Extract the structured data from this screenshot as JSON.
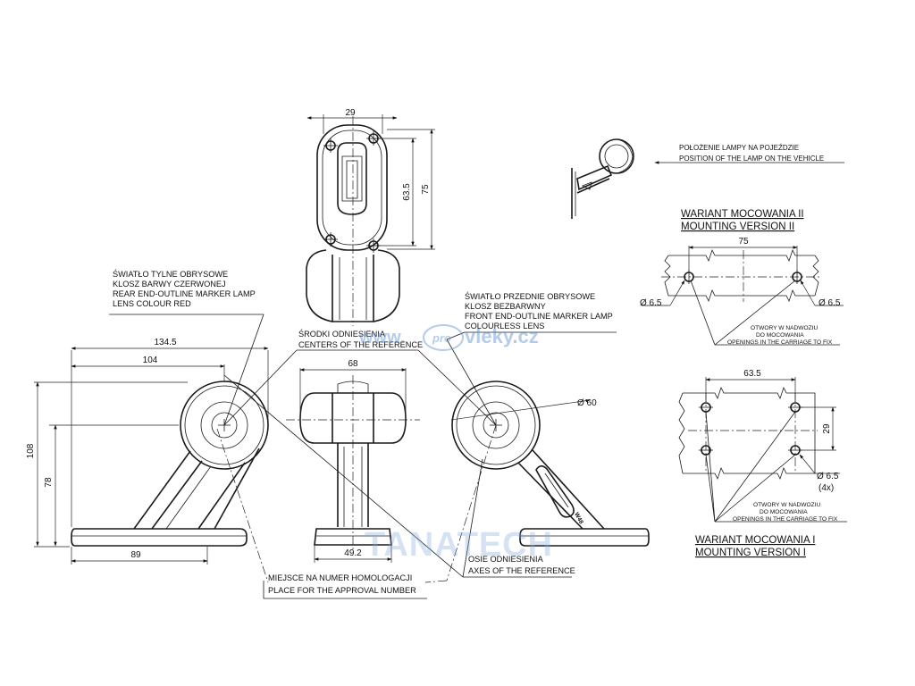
{
  "labels": {
    "rear_pl_1": "ŚWIATŁO TYLNE OBRYSOWE",
    "rear_pl_2": "KLOSZ BARWY CZERWONEJ",
    "rear_en_1": "REAR END-OUTLINE MARKER LAMP",
    "rear_en_2": "LENS COLOUR RED",
    "front_pl_1": "ŚWIATŁO PRZEDNIE OBRYSOWE",
    "front_pl_2": "KLOSZ BEZBARWNY",
    "front_en_1": "FRONT END-OUTLINE MARKER LAMP",
    "front_en_2": "COLOURLESS LENS",
    "centers_pl": "ŚRODKI ODNIESIENIA",
    "centers_en": "CENTERS OF THE REFERENCE",
    "homolog_pl": "MIEJSCE NA NUMER HOMOLOGACJI",
    "homolog_en": "PLACE FOR THE APPROVAL NUMBER",
    "axes_pl": "OSIE ODNIESIENIA",
    "axes_en": "AXES OF THE REFERENCE",
    "position_pl": "POŁOŻENIE LAMPY NA POJEŹDZIE",
    "position_en": "POSITION OF THE LAMP ON THE VEHICLE",
    "v2_title_pl": "WARIANT MOCOWANIA II",
    "v2_title_en": "MOUNTING VERSION II",
    "v1_title_pl": "WARIANT MOCOWANIA I",
    "v1_title_en": "MOUNTING VERSION I",
    "openings_pl_1": "OTWORY W NADWOZIU",
    "openings_pl_2": "DO MOCOWANIA",
    "openings_en": "OPENINGS IN THE CARRIAGE TO FIX",
    "stamp": "W48"
  },
  "dimensions": {
    "top_width": "29",
    "top_hole_spacing": "63.5",
    "top_height": "75",
    "overall_length": "134.5",
    "lamp_center_offset": "104",
    "overall_height": "108",
    "center_height": "78",
    "base_length": "89",
    "front_width": "68",
    "front_base_width": "49.2",
    "lens_diameter": "Ø 60",
    "v2_spacing": "75",
    "v2_hole_left": "Ø 6.5",
    "v2_hole_right": "Ø 6.5",
    "v1_spacing": "63.5",
    "v1_vertical": "29",
    "v1_hole": "Ø 6.5",
    "v1_hole_count": "(4x)"
  },
  "watermarks": {
    "site_prefix": "www.",
    "site_badge": "pro",
    "site_suffix": "vleky.cz",
    "brand": "TANATECH"
  }
}
